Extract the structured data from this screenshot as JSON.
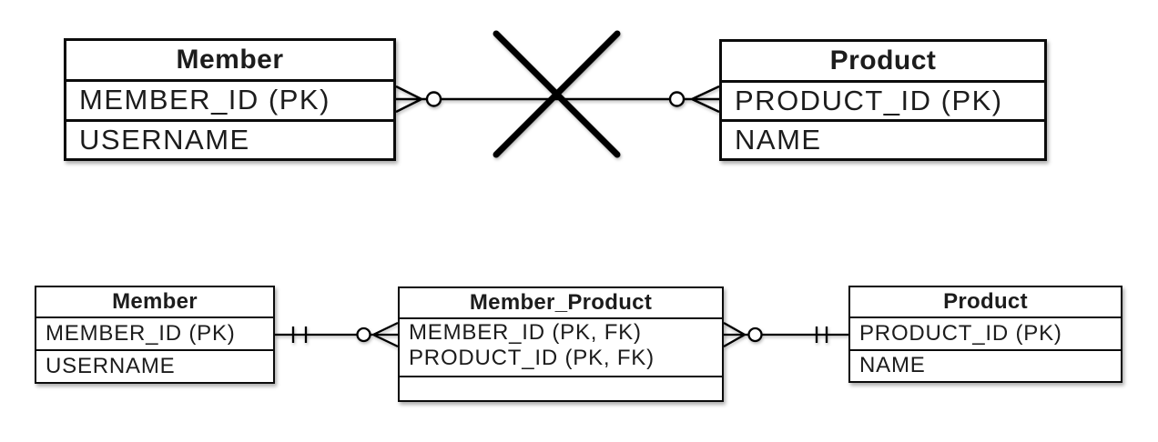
{
  "palette": {
    "background": "#ffffff",
    "line": "#000000",
    "text": "#1c1c1c",
    "table_fill": "#ffffff"
  },
  "top_diagram": {
    "member": {
      "title": "Member",
      "rows": [
        "MEMBER_ID (PK)",
        "USERNAME"
      ]
    },
    "product": {
      "title": "Product",
      "rows": [
        "PRODUCT_ID (PK)",
        "NAME"
      ]
    },
    "relationship": {
      "member_end": "zero-or-many",
      "product_end": "zero-or-many",
      "crossed_out": true,
      "cross_icon": "cross-out"
    }
  },
  "bottom_diagram": {
    "member": {
      "title": "Member",
      "rows": [
        "MEMBER_ID (PK)",
        "USERNAME"
      ]
    },
    "member_product": {
      "title": "Member_Product",
      "rows": [
        "MEMBER_ID (PK, FK)",
        "PRODUCT_ID (PK, FK)"
      ],
      "empty_row": ""
    },
    "product": {
      "title": "Product",
      "rows": [
        "PRODUCT_ID (PK)",
        "NAME"
      ]
    },
    "left_relationship": {
      "member_end": "one-and-only-one",
      "junction_end": "zero-or-many"
    },
    "right_relationship": {
      "junction_end": "zero-or-many",
      "product_end": "one-and-only-one"
    }
  }
}
